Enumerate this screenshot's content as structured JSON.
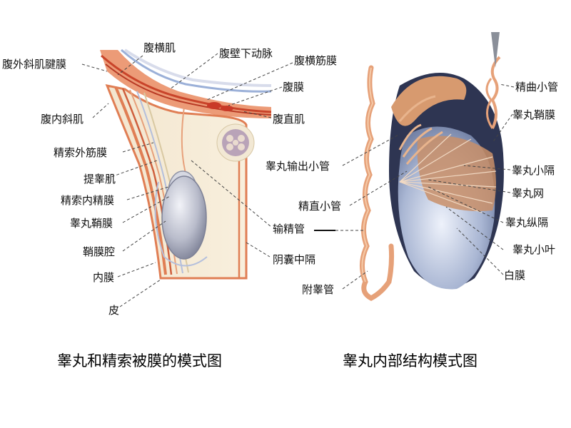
{
  "left_figure": {
    "caption": "睾丸和精索被膜的模式图",
    "labels": {
      "fuhengji": "腹横肌",
      "fubi_xiadongmai": "腹壁下动脉",
      "fuwaixieji_jianmo": "腹外斜肌腱膜",
      "fuheng_jinmo": "腹横筋膜",
      "fumo": "腹膜",
      "funeixieji": "腹内斜肌",
      "fuzhiji": "腹直肌",
      "jingsuo_waijinmo": "精索外筋膜",
      "tigaoji": "提睾肌",
      "jingsuo_neijingmo": "精索内精膜",
      "gaowan_qiaomo": "睾丸鞘膜",
      "qiaomoqiang": "鞘膜腔",
      "neimo": "内膜",
      "pi": "皮",
      "shujingguan": "输精管",
      "yinnang_zhongge": "阴囊中隔"
    }
  },
  "right_figure": {
    "caption": "睾丸内部结构模式图",
    "labels": {
      "jingqu_xiaoguan": "精曲小管",
      "gaowan_qiaomo": "睾丸鞘膜",
      "gaowan_shuchu_xiaoguan": "睾丸输出小管",
      "gaowan_xiaoge": "睾丸小隔",
      "gaowan_wang": "睾丸网",
      "jingzhi_xiaoguan": "精直小管",
      "gaowan_zongge": "睾丸纵隔",
      "gaowan_xiaoye": "睾丸小叶",
      "baimo": "白膜",
      "fugaoguan": "附睾管"
    }
  }
}
